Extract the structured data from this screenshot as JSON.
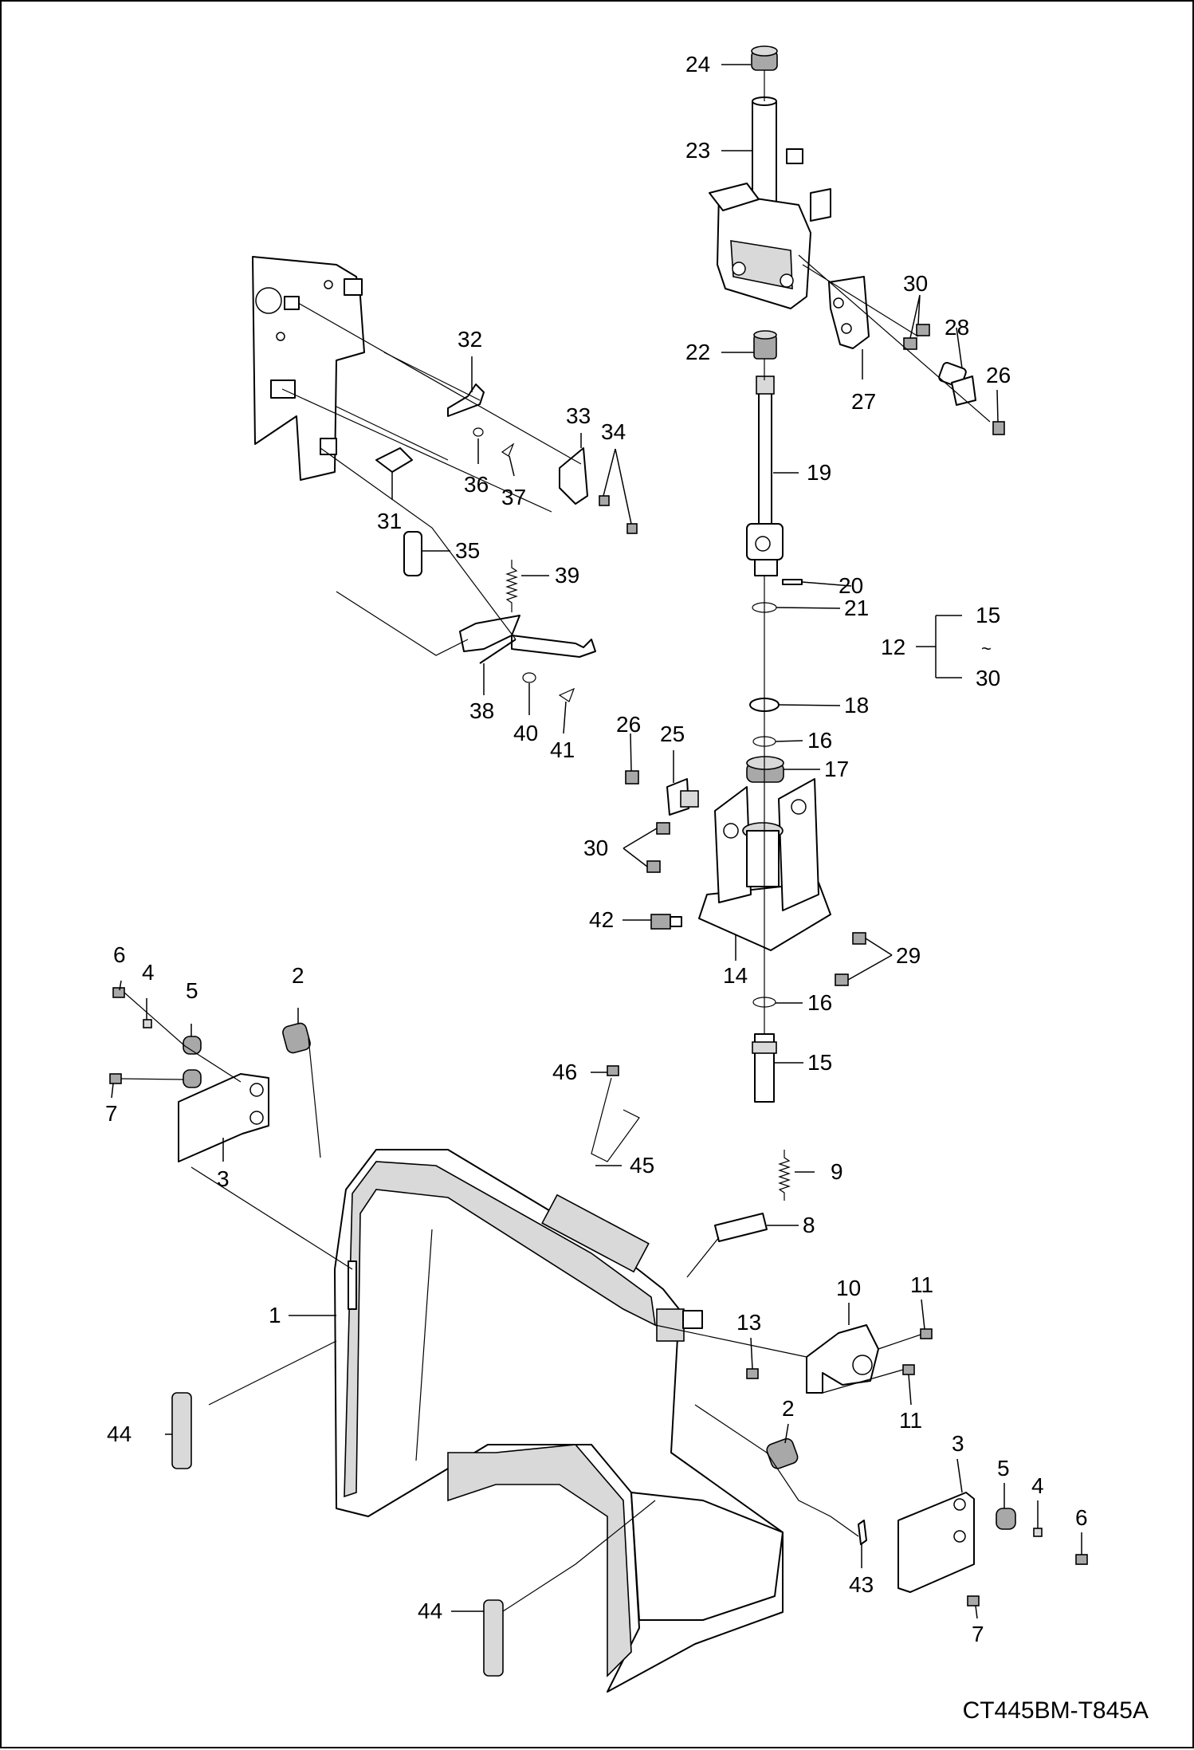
{
  "drawing_code": "CT445BM-T845A",
  "range_note": {
    "group": "12",
    "from": "15",
    "tilde": "~",
    "to": "30"
  },
  "callouts": [
    {
      "id": "c24",
      "text": "24"
    },
    {
      "id": "c23",
      "text": "23"
    },
    {
      "id": "c30a",
      "text": "30"
    },
    {
      "id": "c28",
      "text": "28"
    },
    {
      "id": "c22",
      "text": "22"
    },
    {
      "id": "c26a",
      "text": "26"
    },
    {
      "id": "c27",
      "text": "27"
    },
    {
      "id": "c19",
      "text": "19"
    },
    {
      "id": "c20",
      "text": "20"
    },
    {
      "id": "c21",
      "text": "21"
    },
    {
      "id": "c18",
      "text": "18"
    },
    {
      "id": "c16a",
      "text": "16"
    },
    {
      "id": "c17",
      "text": "17"
    },
    {
      "id": "c26b",
      "text": "26"
    },
    {
      "id": "c25",
      "text": "25"
    },
    {
      "id": "c30b",
      "text": "30"
    },
    {
      "id": "c42",
      "text": "42"
    },
    {
      "id": "c14",
      "text": "14"
    },
    {
      "id": "c29",
      "text": "29"
    },
    {
      "id": "c16b",
      "text": "16"
    },
    {
      "id": "c15",
      "text": "15"
    },
    {
      "id": "c32",
      "text": "32"
    },
    {
      "id": "c33",
      "text": "33"
    },
    {
      "id": "c34",
      "text": "34"
    },
    {
      "id": "c36",
      "text": "36"
    },
    {
      "id": "c37",
      "text": "37"
    },
    {
      "id": "c31",
      "text": "31"
    },
    {
      "id": "c35",
      "text": "35"
    },
    {
      "id": "c39",
      "text": "39"
    },
    {
      "id": "c38",
      "text": "38"
    },
    {
      "id": "c40",
      "text": "40"
    },
    {
      "id": "c41",
      "text": "41"
    },
    {
      "id": "c6a",
      "text": "6"
    },
    {
      "id": "c4a",
      "text": "4"
    },
    {
      "id": "c5a",
      "text": "5"
    },
    {
      "id": "c2a",
      "text": "2"
    },
    {
      "id": "c7a",
      "text": "7"
    },
    {
      "id": "c3a",
      "text": "3"
    },
    {
      "id": "c46",
      "text": "46"
    },
    {
      "id": "c45",
      "text": "45"
    },
    {
      "id": "c9",
      "text": "9"
    },
    {
      "id": "c8",
      "text": "8"
    },
    {
      "id": "c10",
      "text": "10"
    },
    {
      "id": "c11a",
      "text": "11"
    },
    {
      "id": "c1",
      "text": "1"
    },
    {
      "id": "c13",
      "text": "13"
    },
    {
      "id": "c11b",
      "text": "11"
    },
    {
      "id": "c44a",
      "text": "44"
    },
    {
      "id": "c2b",
      "text": "2"
    },
    {
      "id": "c3b",
      "text": "3"
    },
    {
      "id": "c5b",
      "text": "5"
    },
    {
      "id": "c4b",
      "text": "4"
    },
    {
      "id": "c6b",
      "text": "6"
    },
    {
      "id": "c43",
      "text": "43"
    },
    {
      "id": "c7b",
      "text": "7"
    },
    {
      "id": "c44b",
      "text": "44"
    }
  ]
}
